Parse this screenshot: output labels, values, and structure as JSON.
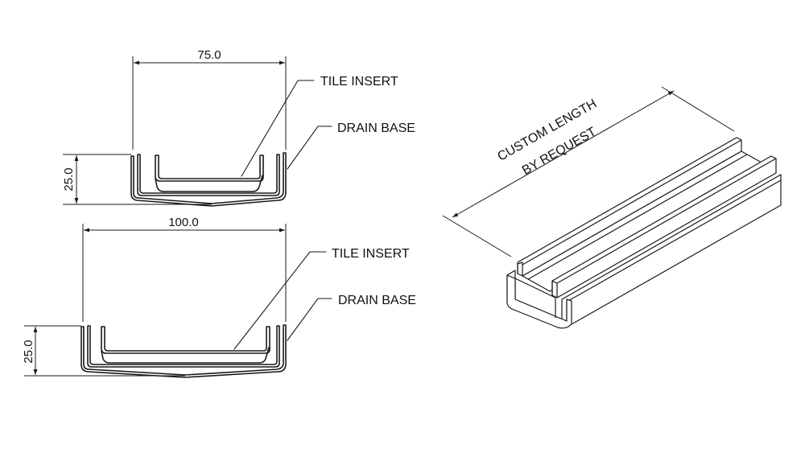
{
  "upper_section": {
    "width_dim": "75.0",
    "height_dim": "25.0",
    "callout_insert": "TILE INSERT",
    "callout_base": "DRAIN BASE"
  },
  "lower_section": {
    "width_dim": "100.0",
    "height_dim": "25.0",
    "callout_insert": "TILE INSERT",
    "callout_base": "DRAIN BASE"
  },
  "iso_view": {
    "length_note_line1": "CUSTOM LENGTH",
    "length_note_line2": "BY REQUEST"
  }
}
